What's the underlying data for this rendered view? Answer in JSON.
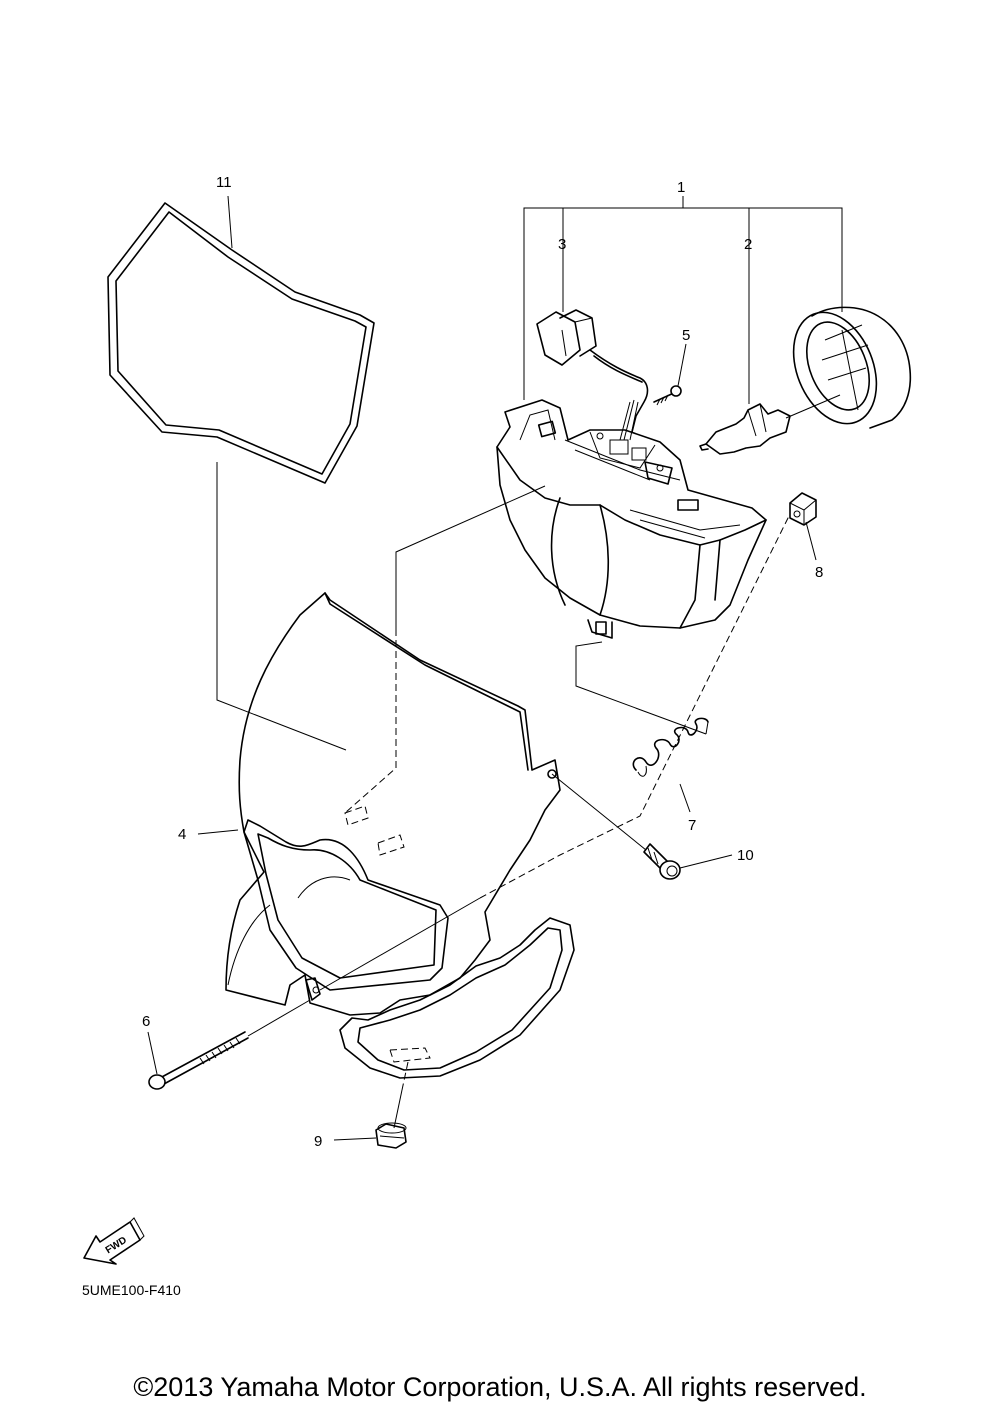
{
  "callouts": [
    {
      "id": "1",
      "label": "1"
    },
    {
      "id": "2",
      "label": "2"
    },
    {
      "id": "3",
      "label": "3"
    },
    {
      "id": "4",
      "label": "4"
    },
    {
      "id": "5",
      "label": "5"
    },
    {
      "id": "6",
      "label": "6"
    },
    {
      "id": "7",
      "label": "7"
    },
    {
      "id": "8",
      "label": "8"
    },
    {
      "id": "9",
      "label": "9"
    },
    {
      "id": "10",
      "label": "10"
    },
    {
      "id": "11",
      "label": "11"
    }
  ],
  "fwd_label": "FWD",
  "diagram_code": "5UME100-F410",
  "copyright": "©2013 Yamaha Motor Corporation, U.S.A. All rights reserved."
}
